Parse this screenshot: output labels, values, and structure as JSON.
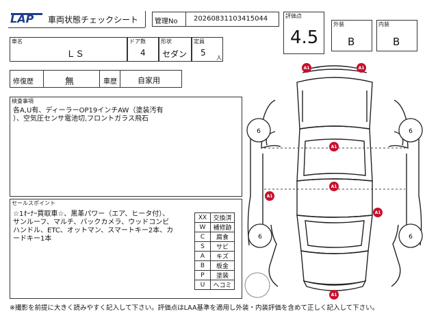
{
  "header": {
    "logo": "LAP",
    "title": "車両状態チェックシート",
    "mgmt_label": "管理No",
    "mgmt_no": "20260831103415044"
  },
  "grades": {
    "score_label": "評価点",
    "score": "4.5",
    "exterior_label": "外装",
    "exterior": "B",
    "interior_label": "内装",
    "interior": "B"
  },
  "vehicle": {
    "name_label": "車名",
    "name": "ＬＳ",
    "doors_label": "ドア数",
    "doors": "4",
    "shape_label": "形状",
    "shape": "セダン",
    "capacity_label": "定員",
    "capacity": "5",
    "capacity_unit": "人"
  },
  "history": {
    "repair_label": "修復歴",
    "repair": "無",
    "usage_label": "車歴",
    "usage": "自家用"
  },
  "inspection": {
    "label": "検査事項",
    "lines": [
      "各A,U有、ディーラーOP19インチAW（塗装汚有",
      "）、空気圧センサ電池切,フロントガラス飛石"
    ]
  },
  "sales": {
    "label": "セールスポイント",
    "lines": [
      "☆1ｵｰﾅｰ買取車☆、黒革パワー（エア、ヒータ付）、",
      "サンルーフ、マルチ、バックカメラ、ウッドコンビ",
      "ハンドル、ETC、オットマン、スマートキー2本、カ",
      "ードキー1本"
    ]
  },
  "legend": [
    {
      "code": "XX",
      "desc": "交換済"
    },
    {
      "code": "W",
      "desc": "補修跡"
    },
    {
      "code": "C",
      "desc": "腐食"
    },
    {
      "code": "S",
      "desc": "サビ"
    },
    {
      "code": "A",
      "desc": "キズ"
    },
    {
      "code": "B",
      "desc": "板金"
    },
    {
      "code": "P",
      "desc": "塗装"
    },
    {
      "code": "U",
      "desc": "ヘコミ"
    }
  ],
  "diagram": {
    "damage_marks": [
      "A1",
      "A1",
      "A1",
      "A1",
      "A1",
      "A1",
      "A1"
    ],
    "tire_marks": [
      "6",
      "6",
      "6",
      "6"
    ],
    "colors": {
      "damage": "#c8102e",
      "outline": "#222222",
      "logo": "#1f3c8c"
    }
  },
  "footer": "※撮影を前提に大きく読みやすく記入して下さい。評価点はLAA基準を適用し外装・内装評価を含めて正しく記入して下さい。"
}
